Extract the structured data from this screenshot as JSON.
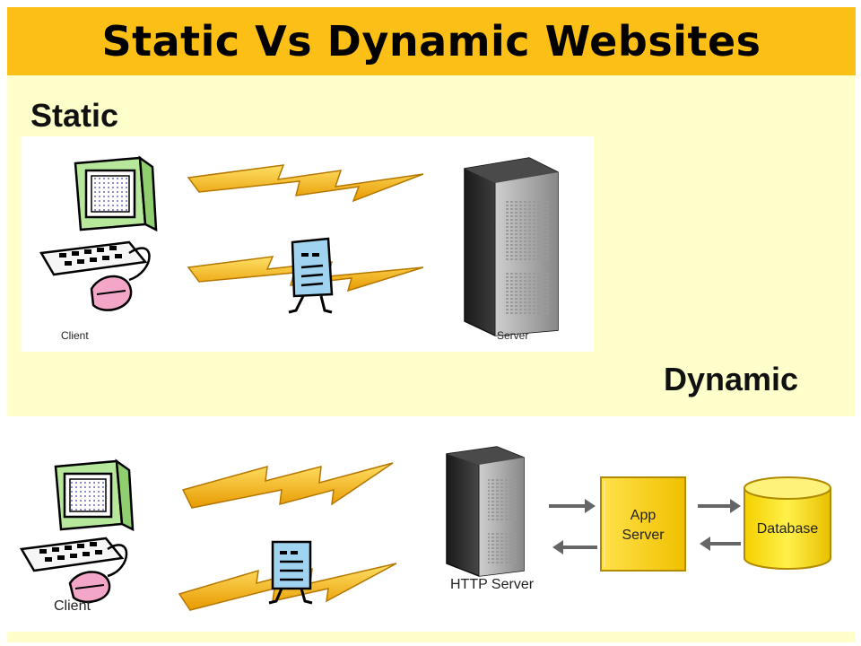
{
  "title": "Static Vs Dynamic Websites",
  "static_section": {
    "heading": "Static",
    "client_label": "Client",
    "server_label": "Server"
  },
  "dynamic_section": {
    "heading": "Dynamic",
    "client_label": "Client",
    "http_server_label": "HTTP Server",
    "app_server_label_line1": "App",
    "app_server_label_line2": "Server",
    "database_label": "Database"
  },
  "colors": {
    "title_bar": "#fbbf16",
    "content_bg": "#ffffcc",
    "lightning": "#f5b400",
    "app_server": "#ffd400",
    "database": "#ffe000"
  },
  "icons": [
    "computer-icon",
    "lightning-bolt-icon",
    "document-icon",
    "server-tower-icon",
    "arrow-icon",
    "database-icon"
  ]
}
